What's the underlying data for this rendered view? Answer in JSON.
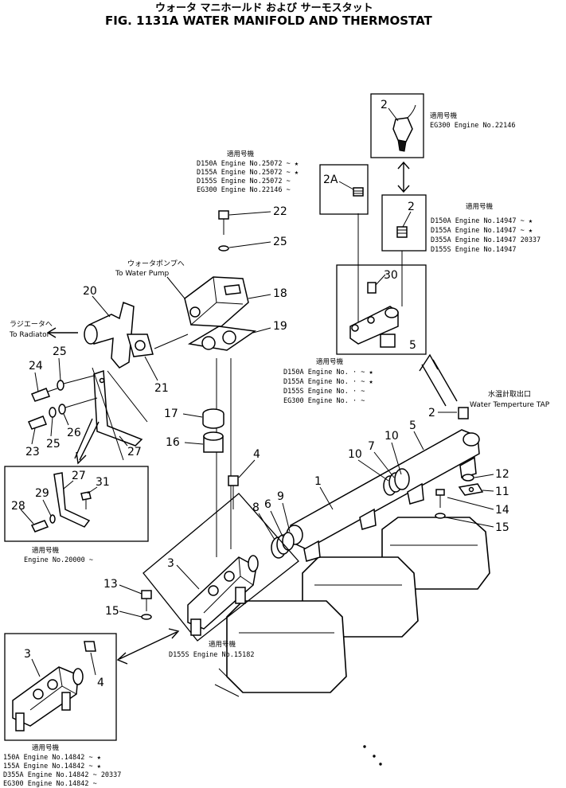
{
  "title": {
    "japanese": "ウォータ マニホールド および サーモスタット",
    "english": "FIG. 1131A  WATER MANIFOLD AND THERMOSTAT"
  },
  "annotations": {
    "to_water_pump_jp": "ウォータポンプへ",
    "to_water_pump_en": "To Water Pump",
    "to_radiator_jp": "ラジエータへ",
    "to_radiator_en": "To Radiator",
    "water_temp_tap_jp": "水温計取出口",
    "water_temp_tap_en": "Water Temperture TAP"
  },
  "applicability_notes": [
    {
      "id": "note-eg300",
      "header": "適用号機",
      "lines": [
        "EG300 Engine No.22146"
      ]
    },
    {
      "id": "note-22-25",
      "header": "適用号機",
      "lines": [
        "D150A Engine No.25072 ~  ★",
        "D155A Engine No.25072 ~  ★",
        "D155S Engine No.25072 ~",
        "EG300 Engine No.22146 ~"
      ]
    },
    {
      "id": "note-14947",
      "header": "適用号機",
      "lines": [
        "D150A Engine No.14947 ~  ★",
        "D155A Engine No.14947 ~  ★",
        "D355A Engine No.14947    20337",
        "D155S Engine No.14947"
      ]
    },
    {
      "id": "note-blank",
      "header": "適用号機",
      "lines": [
        "D150A Engine No.  ·  ~  ★",
        "D155A Engine No.  ·  ~  ★",
        "D155S Engine No.  ·  ~",
        "EG300 Engine No.  ·  ~"
      ]
    },
    {
      "id": "note-20000",
      "header": "適用号機",
      "lines": [
        "Engine No.20000 ~"
      ]
    },
    {
      "id": "note-15182",
      "header": "適用号機",
      "lines": [
        "D155S Engine No.15182"
      ]
    },
    {
      "id": "note-14842",
      "header": "適用号機",
      "lines": [
        "150A  Engine No.14842 ~  ★",
        "155A  Engine No.14842 ~  ★",
        "D355A Engine No.14842 ~ 20337",
        "EG300 Engine No.14842 ~"
      ]
    }
  ],
  "callouts": {
    "c1": "1",
    "c2_top": "2",
    "c2a": "2A",
    "c2_mid": "2",
    "c2_tap": "2",
    "c3": "3",
    "c3_inset": "3",
    "c4": "4",
    "c4_inset": "4",
    "c5_upper": "5",
    "c5": "5",
    "c6": "6",
    "c7": "7",
    "c8": "8",
    "c9": "9",
    "c10_a": "10",
    "c10_b": "10",
    "c11": "11",
    "c12": "12",
    "c13": "13",
    "c14": "14",
    "c15_a": "15",
    "c15_b": "15",
    "c16": "16",
    "c17": "17",
    "c18": "18",
    "c19": "19",
    "c20": "20",
    "c21": "21",
    "c22": "22",
    "c23": "23",
    "c24": "24",
    "c25_a": "25",
    "c25_b": "25",
    "c25_c": "25",
    "c26": "26",
    "c27_a": "27",
    "c27_b": "27",
    "c28": "28",
    "c29": "29",
    "c30": "30",
    "c31": "31"
  },
  "colors": {
    "line": "#000000",
    "background": "#ffffff"
  }
}
